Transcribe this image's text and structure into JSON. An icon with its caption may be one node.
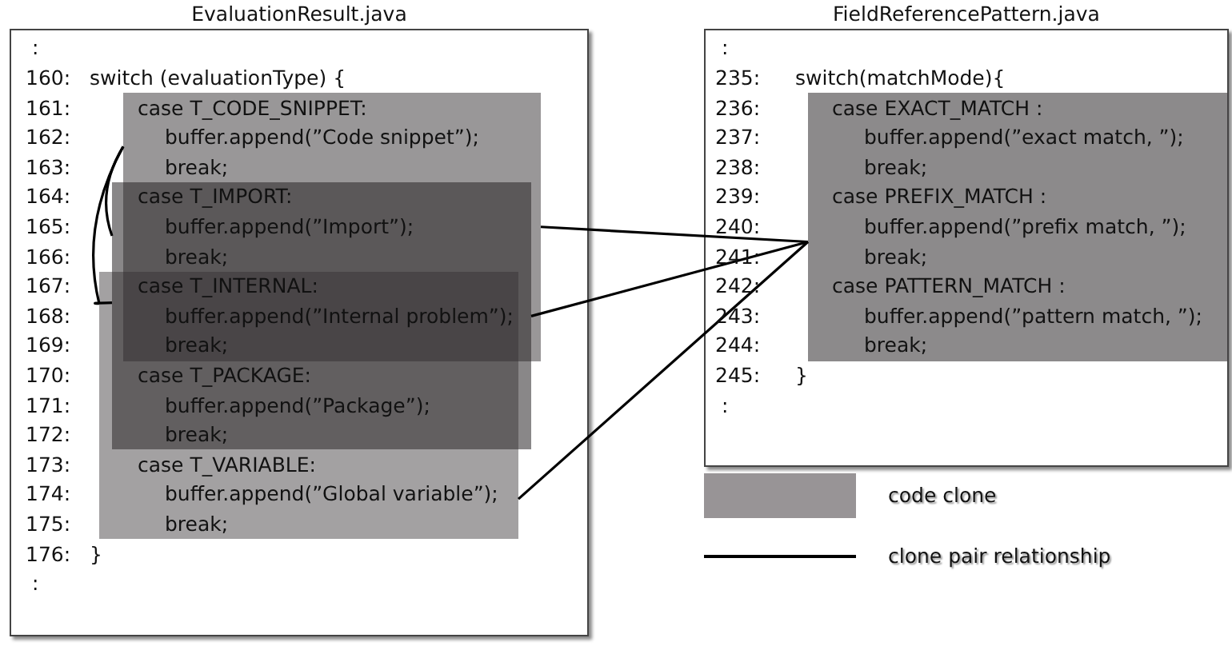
{
  "diagram": {
    "nodes": [
      {
        "text": [
          "EvaluationResult.java"
        ]
      },
      {
        "text": [],
        "shape": "box",
        "in": 0
      },
      {
        "text": [],
        "shape": "box",
        "in": 0
      },
      {
        "text": [],
        "shape": "box",
        "in": 0
      },
      {
        "text": [
          "FieldReferencePattern.java"
        ]
      },
      {
        "text": [],
        "shape": "box",
        "in": 4
      }
    ],
    "edges": [
      {
        "from": 1,
        "to": 2,
        "arrow": "none"
      },
      {
        "from": 1,
        "to": 3,
        "arrow": "none"
      },
      {
        "from": 2,
        "to": 3,
        "arrow": "none"
      },
      {
        "from": 1,
        "to": 5,
        "arrow": "none"
      },
      {
        "from": 2,
        "to": 5,
        "arrow": "none"
      },
      {
        "from": 3,
        "to": 5,
        "arrow": "none"
      }
    ],
    "labels": [
      ":",
      "160:",
      "switch (evaluationType) {",
      "161:",
      "case T_CODE_SNIPPET:",
      "162:",
      "buffer.append(”Code snippet”);",
      "163:",
      "break;",
      "164:",
      "case T_IMPORT:",
      "165:",
      "buffer.append(”Import”);",
      "166:",
      "break;",
      "167:",
      "case T_INTERNAL:",
      "168:",
      "buffer.append(”Internal problem”);",
      "169:",
      "break;",
      "170:",
      "case T_PACKAGE:",
      "171:",
      "buffer.append(”Package”);",
      "172:",
      "break;",
      "173:",
      "case T_VARIABLE:",
      "174:",
      "buffer.append(”Global variable”);",
      "175:",
      "break;",
      "176:",
      "}",
      ":",
      ":",
      "235:",
      "switch(matchMode){",
      "236:",
      "case EXACT_MATCH :",
      "237:",
      "buffer.append(”exact match, ”);",
      "238:",
      "break;",
      "239:",
      "case PREFIX_MATCH :",
      "240:",
      "buffer.append(”prefix match, ”);",
      "241:",
      "break;",
      "242:",
      "case PATTERN_MATCH :",
      "243:",
      "buffer.append(”pattern match, ”);",
      "244:",
      "break;",
      "245:",
      "}",
      ":"
    ],
    "legend": [
      {
        "text": "code clone",
        "color": "#989496"
      },
      {
        "text": "clone pair relationship"
      }
    ]
  }
}
